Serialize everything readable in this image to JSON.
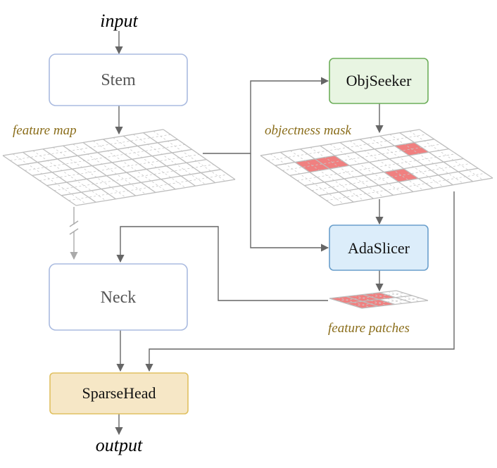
{
  "labels": {
    "input": "input",
    "output": "output",
    "feature_map": "feature map",
    "objectness_mask": "objectness mask",
    "feature_patches": "feature patches"
  },
  "blocks": {
    "stem": "Stem",
    "neck": "Neck",
    "sparse_head": "SparseHead",
    "obj_seeker": "ObjSeeker",
    "ada_slicer": "AdaSlicer"
  },
  "colors": {
    "arrow": "#666666",
    "gold_text": "#8a6d1a",
    "block_text": "#555555",
    "blue_border": "#aabbe0",
    "green_border": "#6dae5a",
    "green_fill": "#e8f5e2",
    "light_blue_fill": "#dcedfa",
    "light_blue_border": "#6a9fcc",
    "yellow_fill": "#f6e7c6",
    "yellow_border": "#e0c060",
    "highlight": "#f08080"
  }
}
